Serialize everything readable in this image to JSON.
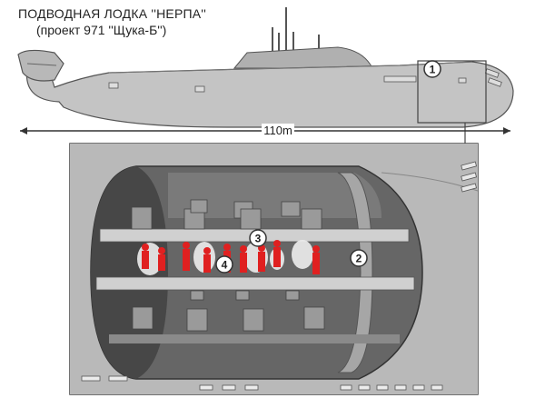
{
  "title_line1": "ПОДВОДНАЯ ЛОДКА ''НЕРПА''",
  "title_line2": "(проект 971 ''Щука-Б'')",
  "length_label": "110m",
  "markers": [
    {
      "id": "1"
    },
    {
      "id": "2"
    },
    {
      "id": "3"
    },
    {
      "id": "4"
    }
  ],
  "colors": {
    "hull": "#bdbdbd",
    "hull_dark": "#8f8f8f",
    "interior_dark": "#555555",
    "deck": "#d2d2d2",
    "crew": "#e02020",
    "outline": "#444444"
  }
}
